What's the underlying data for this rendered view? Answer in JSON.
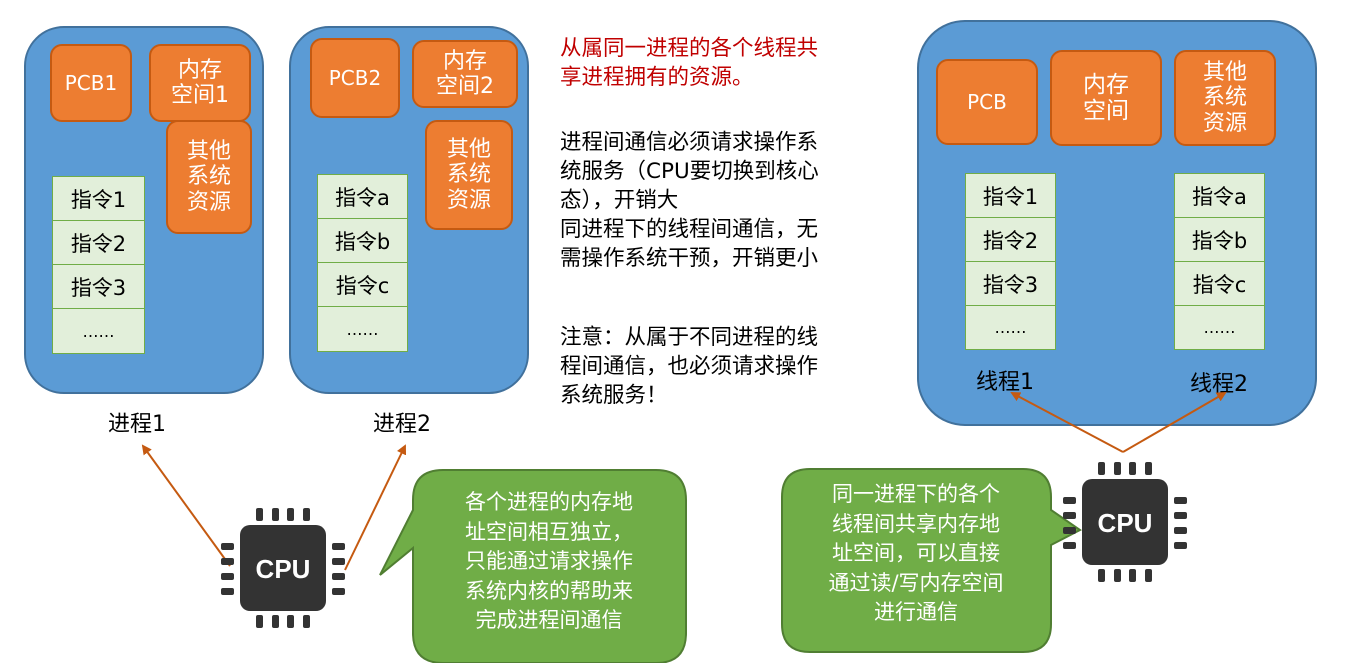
{
  "process1": {
    "pcb": "PCB1",
    "memory": [
      "内存",
      "空间1"
    ],
    "other": [
      "其他",
      "系统",
      "资源"
    ],
    "instructions": [
      "指令1",
      "指令2",
      "指令3",
      "……"
    ],
    "label": "进程1"
  },
  "process2": {
    "pcb": "PCB2",
    "memory": [
      "内存",
      "空间2"
    ],
    "other": [
      "其他",
      "系统",
      "资源"
    ],
    "instructions": [
      "指令a",
      "指令b",
      "指令c",
      "……"
    ],
    "label": "进程2"
  },
  "notes": {
    "shared": [
      "从属同一进程的各个线程共",
      "享进程拥有的资源。"
    ],
    "ipc": [
      "进程间通信必须请求操作系",
      "统服务（CPU要切换到核心",
      "态），开销大"
    ],
    "thread_comm": [
      "同进程下的线程间通信，无",
      "需操作系统干预，开销更小"
    ],
    "attention": [
      "注意：从属于不同进程的线",
      "程间通信，也必须请求操作",
      "系统服务！"
    ]
  },
  "thread_process": {
    "pcb": "PCB",
    "memory": [
      "内存",
      "空间"
    ],
    "other": [
      "其他",
      "系统",
      "资源"
    ],
    "thread1": {
      "instructions": [
        "指令1",
        "指令2",
        "指令3",
        "……"
      ],
      "label": "线程1"
    },
    "thread2": {
      "instructions": [
        "指令a",
        "指令b",
        "指令c",
        "……"
      ],
      "label": "线程2"
    }
  },
  "cpu_label": "CPU",
  "callout_left": [
    "各个进程的内存地",
    "址空间相互独立，",
    "只能通过请求操作",
    "系统内核的帮助来",
    "完成进程间通信"
  ],
  "callout_right": [
    "同一进程下的各个",
    "线程间共享内存地",
    "址空间，可以直接",
    "通过读/写内存空间",
    "进行通信"
  ],
  "colors": {
    "process_fill": "#5b9bd5",
    "resource_fill": "#ed7d31",
    "instruction_fill": "#e2efda",
    "callout_fill": "#70ad47",
    "arrow": "#c55a11",
    "highlight_text": "#c00000"
  }
}
